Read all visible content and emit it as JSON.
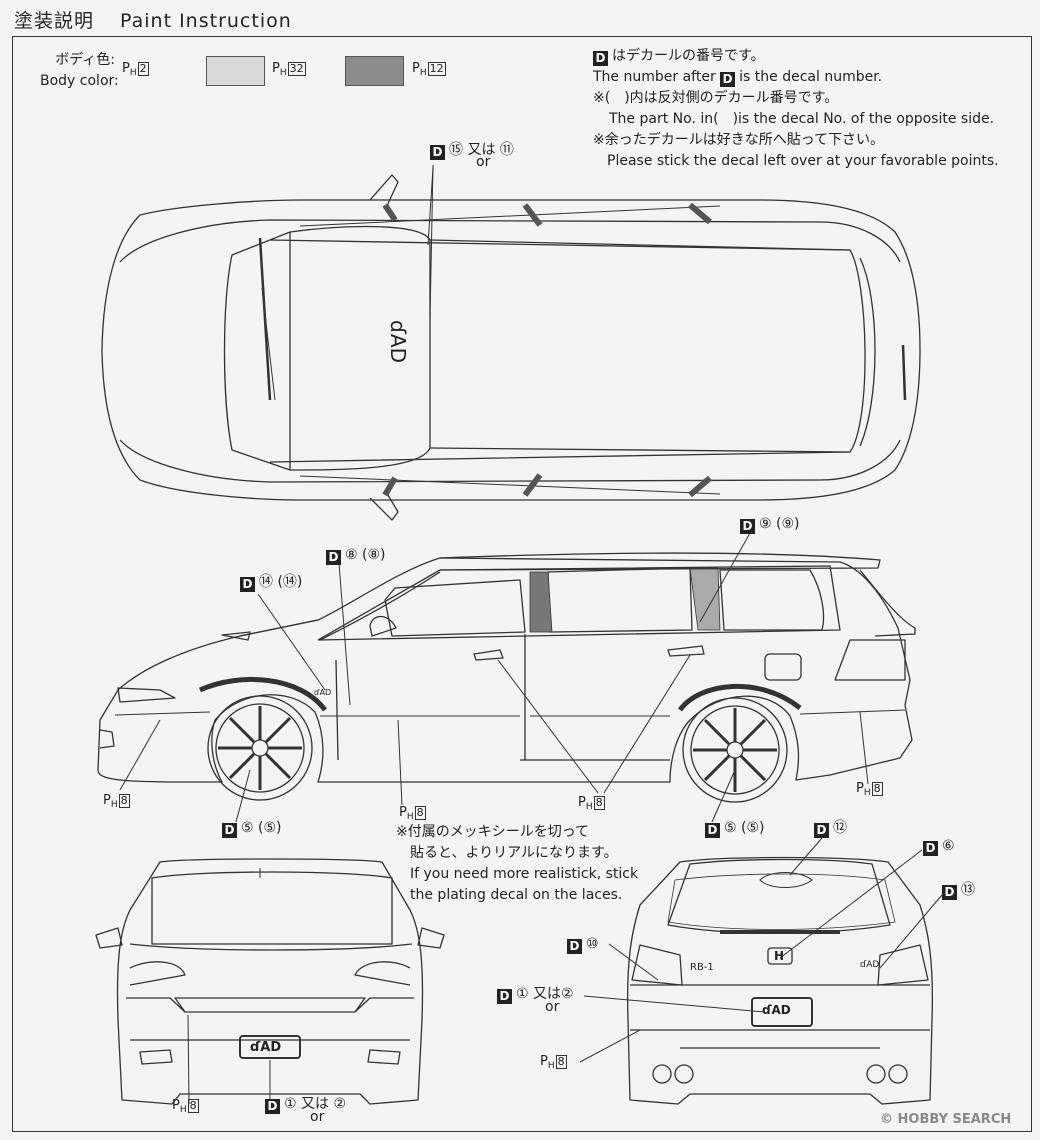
{
  "heading": {
    "jp": "塗装説明",
    "en": "Paint Instruction"
  },
  "body_color": {
    "label_jp": "ボディ色",
    "label_en": "Body color",
    "sep": ":"
  },
  "paints": [
    {
      "code": "2",
      "color": "#ffffff"
    },
    {
      "code": "32",
      "color": "#d9d9d9"
    },
    {
      "code": "12",
      "color": "#8c8c8c"
    }
  ],
  "ph_prefix": "P",
  "ph_sub": "H",
  "d_letter": "D",
  "notes": {
    "line1_jp": "はデカールの番号です。",
    "line2_en_a": "The number after",
    "line2_en_b": "is the decal number.",
    "line3_jp": "※(　)内は反対側のデカール番号です。",
    "line4_en": "The part No. in(　)is the decal No. of the opposite side.",
    "line5_jp": "※余ったデカールは好きな所へ貼って下さい。",
    "line6_en": "Please stick the decal left over at your favorable points."
  },
  "callouts": {
    "top_decal": "⑮ 又は",
    "top_or": "or",
    "top_alt": "⑪",
    "side_9": "⑨ (⑨)",
    "side_8": "⑧ (⑧)",
    "side_14": "⑭ (⑭)",
    "side_5a": "⑤ (⑤)",
    "side_5b": "⑤ (⑤)",
    "rear_12": "⑫",
    "rear_6": "⑥",
    "rear_13": "⑬",
    "rear_10": "⑩",
    "rear_1": "① 又は②",
    "rear_or": "or",
    "front_1": "① 又は ②",
    "front_or": "or",
    "ph8": "8"
  },
  "plating_note": {
    "jp1": "※付属のメッキシールを切って",
    "jp2": "貼ると、よりリアルになります。",
    "en1": "If you need more realistick, stick",
    "en2": "the plating decal on the laces."
  },
  "car_marks": {
    "dad": "ɗAD",
    "rb1": "RB-1",
    "honda": "H"
  },
  "watermark": "© HOBBY SEARCH"
}
